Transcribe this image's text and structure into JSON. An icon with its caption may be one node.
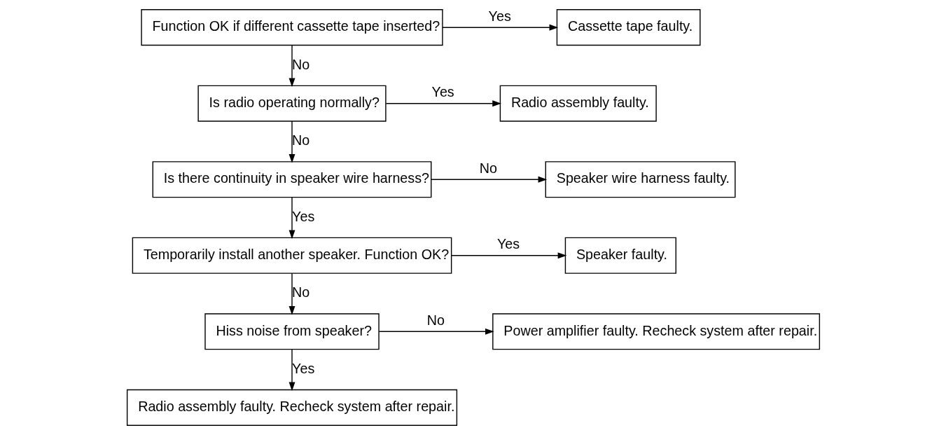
{
  "diagram": {
    "nodes": [
      {
        "text": [
          "Function OK if different cassette tape inserted?"
        ]
      },
      {
        "text": [
          "Cassette tape faulty."
        ]
      },
      {
        "text": [
          "Is radio operating normally?"
        ]
      },
      {
        "text": [
          "Radio assembly faulty."
        ]
      },
      {
        "text": [
          "Is there continuity in speaker wire harness?"
        ]
      },
      {
        "text": [
          "Speaker wire harness faulty."
        ]
      },
      {
        "text": [
          "Temporarily install another speaker. Function OK?"
        ]
      },
      {
        "text": [
          "Speaker faulty."
        ]
      },
      {
        "text": [
          "Hiss noise from speaker?"
        ]
      },
      {
        "text": [
          "Power amplifier faulty. Recheck system after repair."
        ]
      },
      {
        "text": [
          "Radio assembly faulty. Recheck system after repair."
        ]
      }
    ],
    "edges": [
      {
        "from": 0,
        "to": 1,
        "arrow": "to",
        "label": "Yes"
      },
      {
        "from": 0,
        "to": 2,
        "arrow": "to",
        "label": "No"
      },
      {
        "from": 2,
        "to": 3,
        "arrow": "to",
        "label": "Yes"
      },
      {
        "from": 2,
        "to": 4,
        "arrow": "to",
        "label": "No"
      },
      {
        "from": 4,
        "to": 5,
        "arrow": "to",
        "label": "No"
      },
      {
        "from": 4,
        "to": 6,
        "arrow": "to",
        "label": "Yes"
      },
      {
        "from": 6,
        "to": 7,
        "arrow": "to",
        "label": "Yes"
      },
      {
        "from": 6,
        "to": 8,
        "arrow": "to",
        "label": "No"
      },
      {
        "from": 8,
        "to": 9,
        "arrow": "to",
        "label": "No"
      },
      {
        "from": 8,
        "to": 10,
        "arrow": "to",
        "label": "Yes"
      }
    ]
  }
}
